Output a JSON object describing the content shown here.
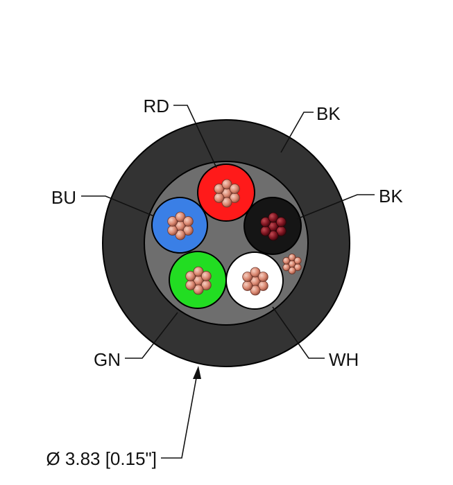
{
  "labels": {
    "rd": "RD",
    "bk_jacket": "BK",
    "bk_conductor": "BK",
    "bu": "BU",
    "gn": "GN",
    "wh": "WH",
    "diameter": "Ø 3.83 [0.15\"]"
  },
  "colors": {
    "jacket": "#333333",
    "filler": "#6e6e6e",
    "rd": "#ff1a1a",
    "bk": "#151515",
    "bu": "#3a7fe6",
    "gn": "#22dd22",
    "wh": "#ffffff",
    "strand_light": "#e49a85",
    "strand_dark": "#8a1a22"
  }
}
